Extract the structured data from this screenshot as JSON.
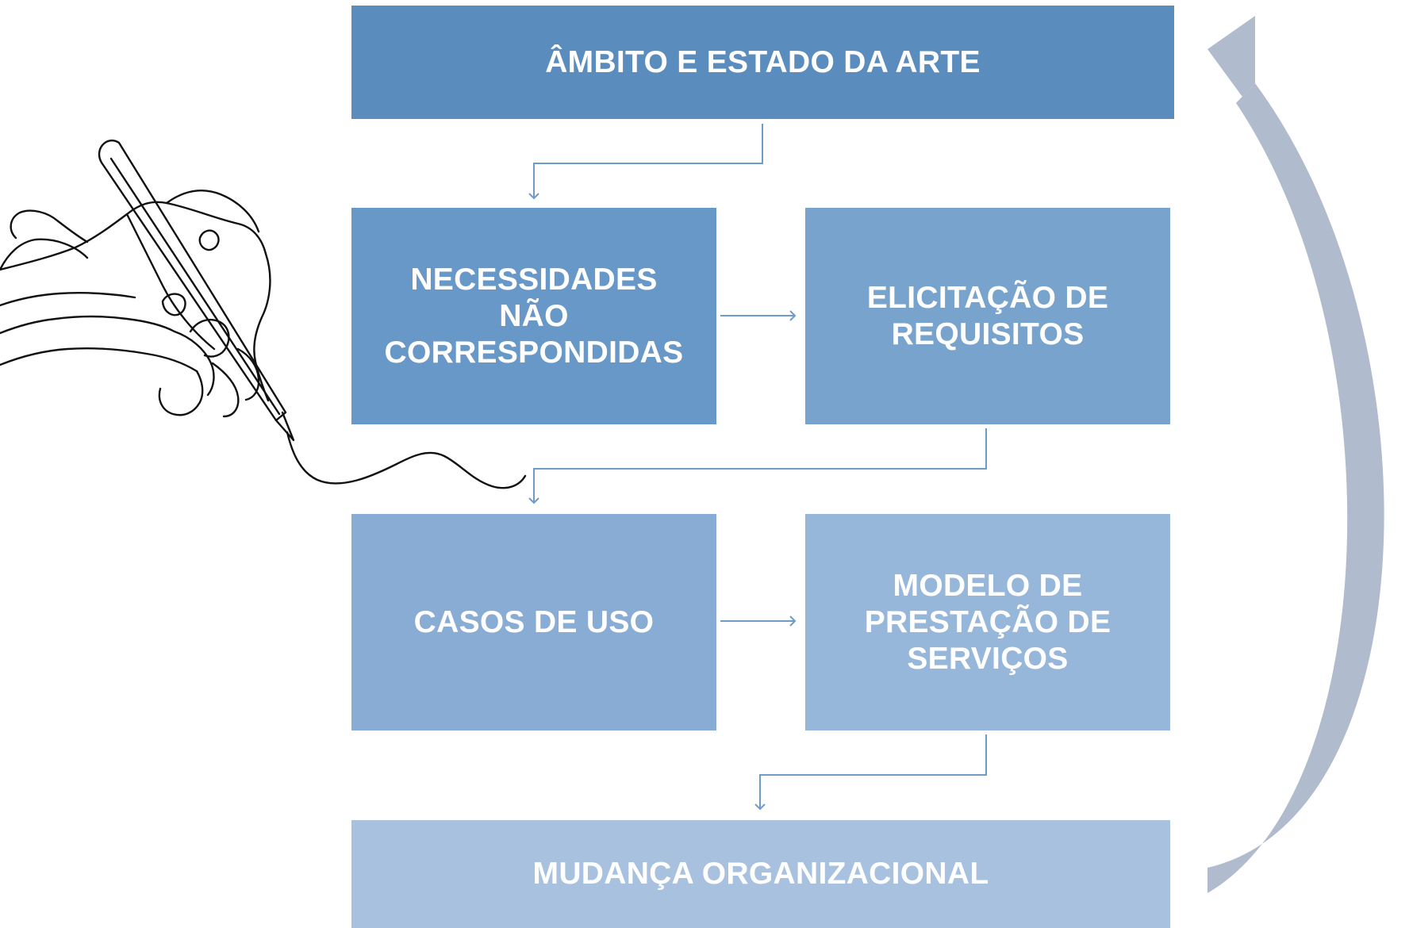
{
  "colors": {
    "box_1": "#5a8dbe",
    "box_2": "#6898c7",
    "box_3": "#78a3cd",
    "box_4": "#88acd3",
    "box_5": "#96b6da",
    "box_6": "#a8c1df",
    "connector": "#6f9bc8",
    "cycle_arrow": "#b0bccd",
    "sketch": "#111111",
    "text": "#ffffff"
  },
  "boxes": {
    "ambito": "ÂMBITO E ESTADO DA ARTE",
    "necessidades": "NECESSIDADES\nNÃO\nCORRESPONDIDAS",
    "elicitacao": "ELICITAÇÃO DE\nREQUISITOS",
    "casos": "CASOS DE USO",
    "modelo": "MODELO DE\nPRESTAÇÃO DE\nSERVIÇOS",
    "mudanca": "MUDANÇA ORGANIZACIONAL"
  },
  "illustration": {
    "icon": "hand-writing-line-art-icon"
  }
}
